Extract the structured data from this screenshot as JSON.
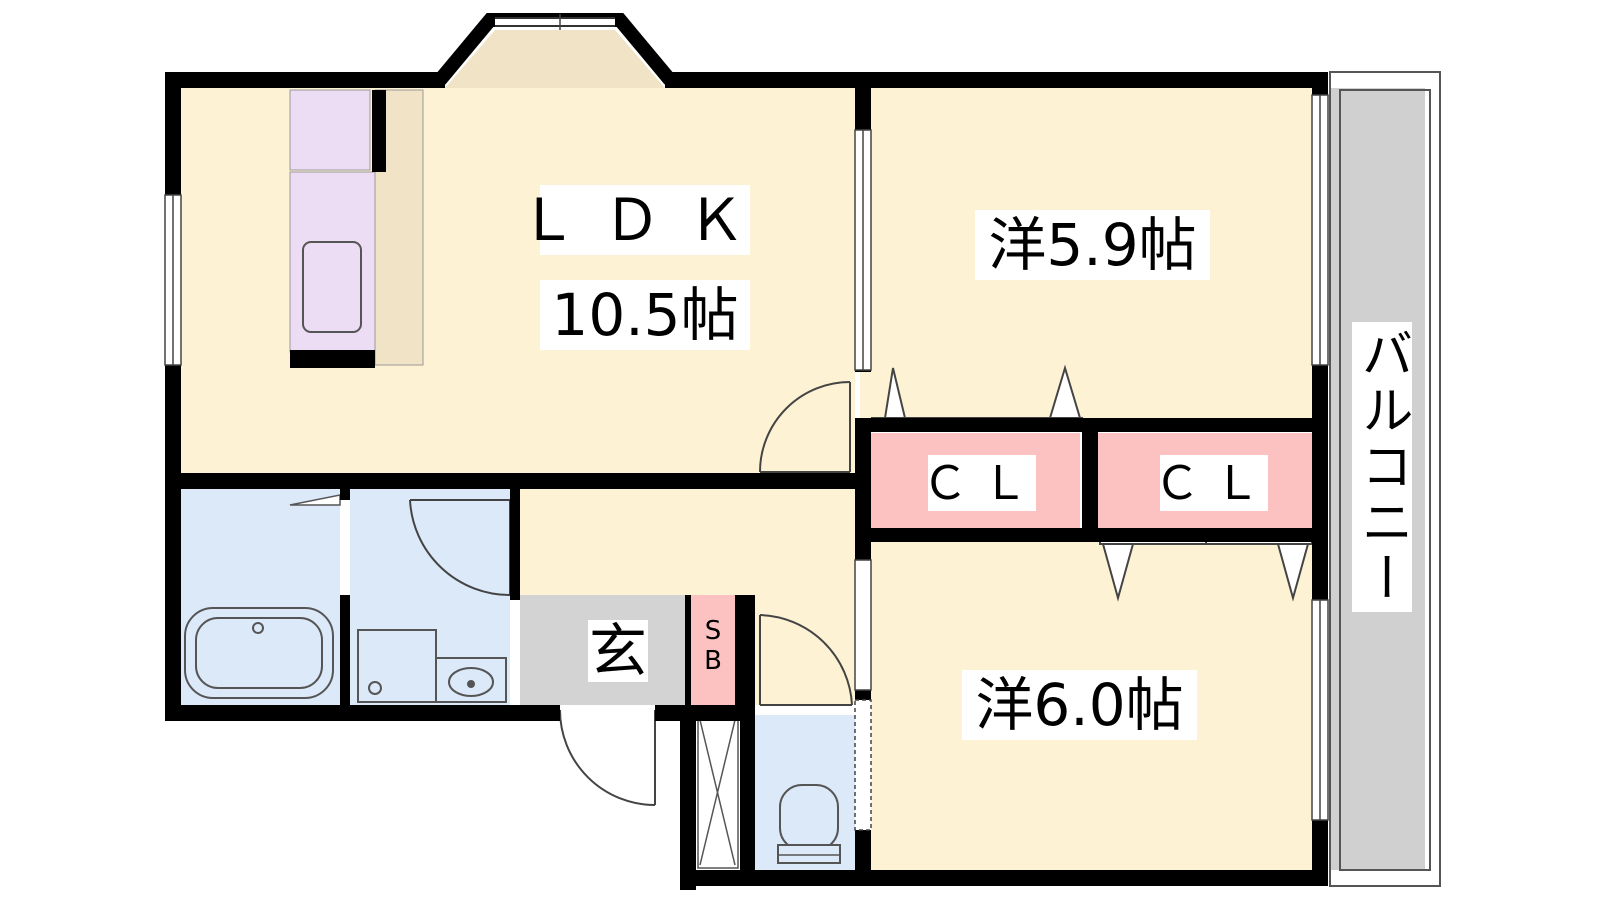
{
  "rooms": {
    "ldk": {
      "name": "ＬＤＫ",
      "size": "10.5帖"
    },
    "western_1": {
      "label": "洋5.9帖"
    },
    "western_2": {
      "label": "洋6.0帖"
    },
    "closet_1": {
      "label": "ＣＬ"
    },
    "closet_2": {
      "label": "ＣＬ"
    },
    "entrance": {
      "label": "玄"
    },
    "shoe_box": {
      "line1": "S",
      "line2": "B"
    },
    "balcony": {
      "label": "バルコニー"
    }
  },
  "colors": {
    "room_fill": "#fdf2d4",
    "wet_area_fill": "#dce9f9",
    "closet_fill": "#fcc1c1",
    "entrance_fill": "#d3d3d3",
    "kitchen_fill": "#ecdcf4",
    "counter_fill": "#f1e3c6",
    "balcony_fill": "#d0d0d0",
    "bay_window_fill": "#f1e3c6",
    "wall": "#000000"
  }
}
